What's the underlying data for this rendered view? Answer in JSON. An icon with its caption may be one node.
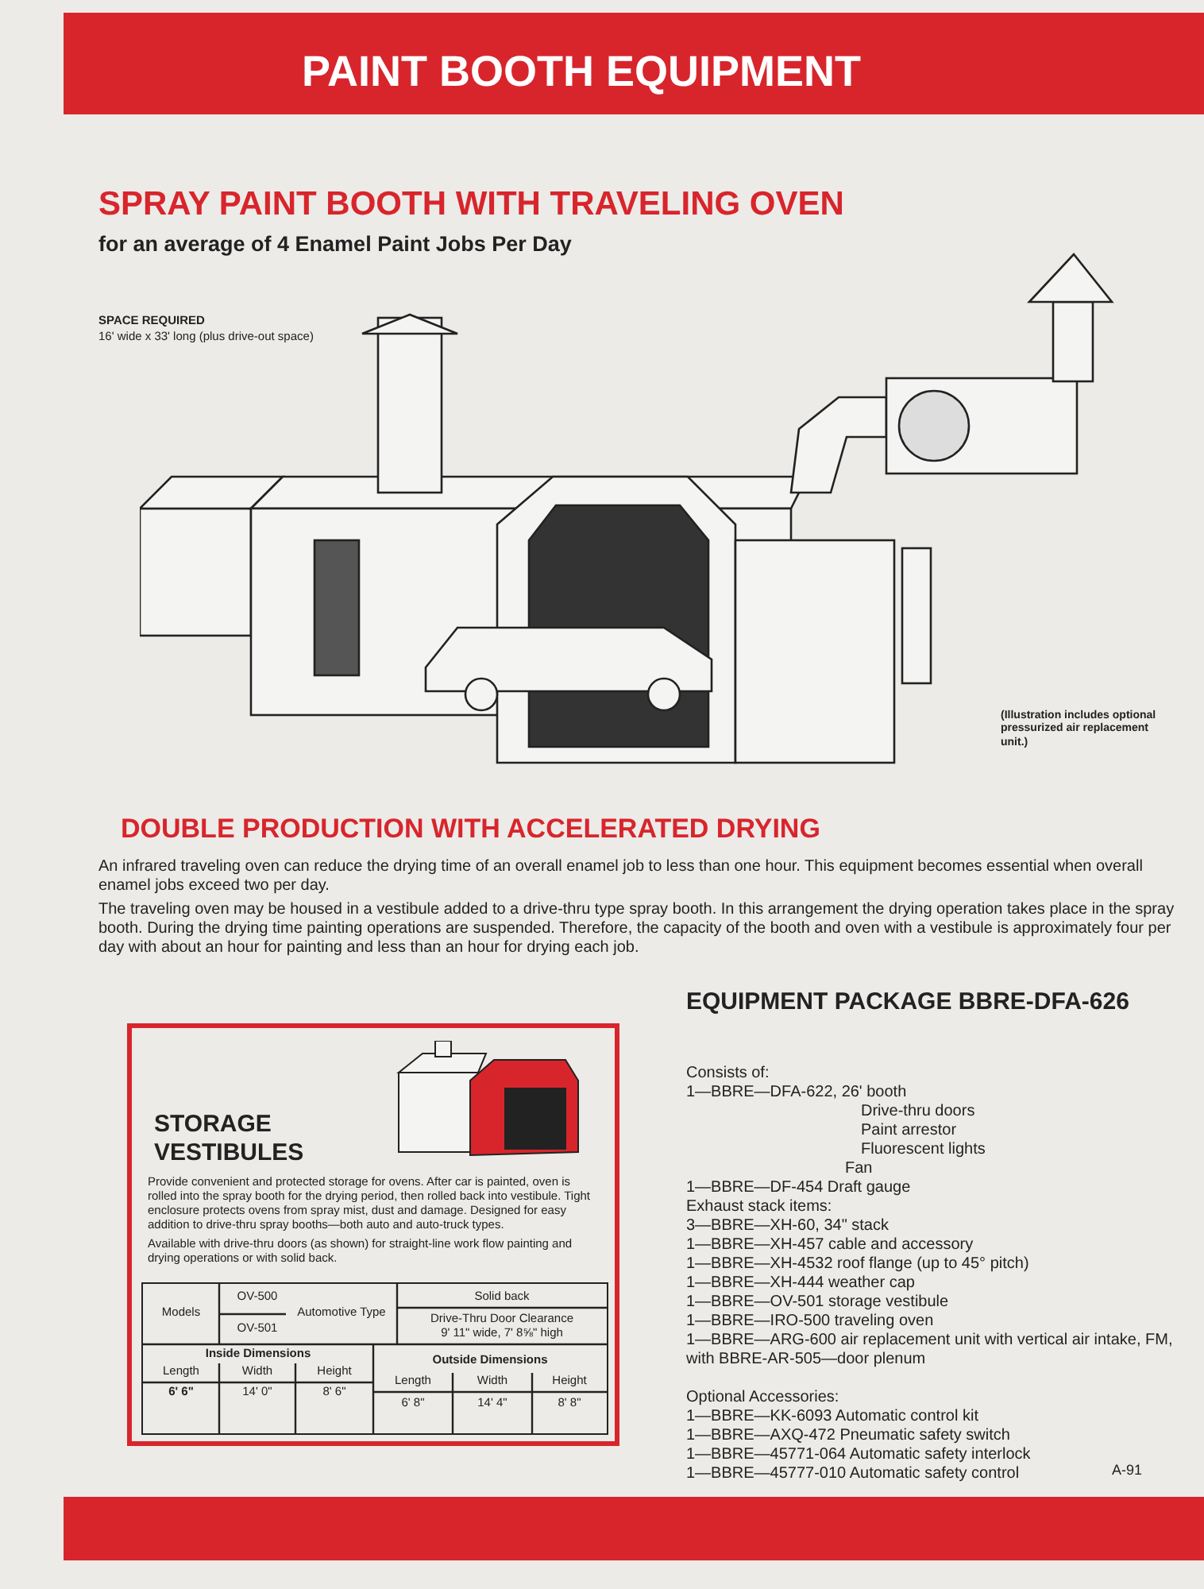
{
  "diagram": {
    "title": "PAINT BOOTH EQUIPMENT",
    "nodes": [
      {
        "text": [
          "STORAGE VESTIBULES",
          "Provide convenient and protected storage for ovens. After car is painted, oven is rolled into the spray booth for the drying period, then rolled back into vestibule. Tight enclosure protects ovens from spray mist, dust and damage. Designed for easy addition to drive-thru spray booths—both auto and auto-truck types.",
          "Available with drive-thru doors (as shown) for straight-line work flow painting and drying operations or with solid back."
        ]
      }
    ],
    "labels": [
      "SPRAY PAINT BOOTH WITH TRAVELING OVEN",
      "for an average of 4 Enamel Paint Jobs Per Day",
      "SPACE REQUIRED",
      "16' wide x 33' long (plus drive-out space)",
      "(Illustration includes optional pressurized air replacement unit.)",
      "DOUBLE PRODUCTION WITH ACCELERATED DRYING",
      "An infrared traveling oven can reduce the drying time of an overall enamel job to less than one hour. This equipment becomes essential when overall enamel jobs exceed two per day.",
      "The traveling oven may be housed in a vestibule added to a drive-thru type spray booth. In this arrangement the drying operation takes place in the spray booth. During the drying time painting operations are suspended. Therefore, the capacity of the booth and oven with a vestibule is approximately four per day with about an hour for painting and less than an hour for drying each job.",
      "Models",
      "OV-500",
      "OV-501",
      "Automotive Type",
      "Solid back",
      "Drive-Thru Door Clearance",
      "9' 11\" wide, 7' 8⅝\" high",
      "Inside Dimensions",
      "Length",
      "Width",
      "Height",
      "6' 6\"",
      "14' 0\"",
      "8' 6\"",
      "Outside Dimensions",
      "Length",
      "Width",
      "Height",
      "6' 8\"",
      "14' 4\"",
      "8' 8\"",
      "EQUIPMENT PACKAGE BBRE-DFA-626",
      "Consists of:",
      "1—BBRE—DFA-622, 26' booth",
      "Drive-thru doors",
      "Paint arrestor",
      "Fluorescent lights",
      "Fan",
      "1—BBRE—DF-454 Draft gauge",
      "Exhaust stack items:",
      "3—BBRE—XH-60, 34\" stack",
      "1—BBRE—XH-457 cable and accessory",
      "1—BBRE—XH-4532 roof flange (up to 45° pitch)",
      "1—BBRE—XH-444 weather cap",
      "1—BBRE—OV-501 storage vestibule",
      "1—BBRE—IRO-500 traveling oven",
      "1—BBRE—ARG-600 air replacement unit with vertical air intake, FM, with BBRE-AR-505—door plenum",
      "Optional Accessories:",
      "1—BBRE—KK-6093 Automatic control kit",
      "1—BBRE—AXQ-472 Pneumatic safety switch",
      "1—BBRE—45771-064 Automatic safety interlock",
      "1—BBRE—45777-010 Automatic safety control",
      "A-91"
    ]
  }
}
